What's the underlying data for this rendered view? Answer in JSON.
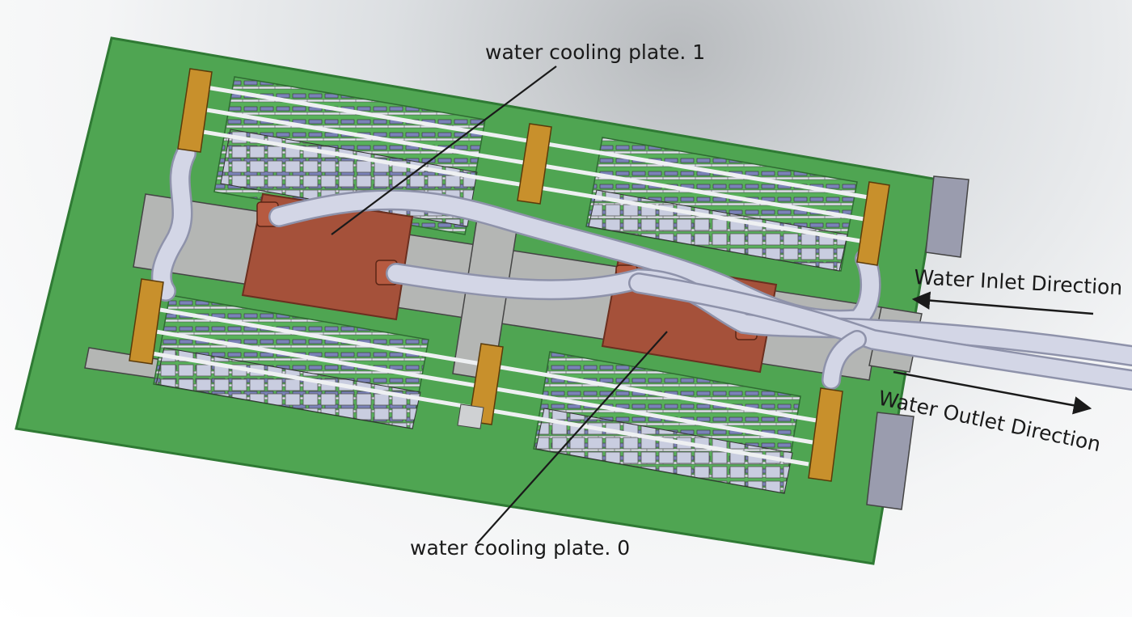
{
  "labels": {
    "plate_1": "water cooling plate. 1",
    "plate_0": "water cooling plate. 0",
    "inlet": "Water Inlet Direction",
    "outlet": "Water Outlet Direction"
  },
  "colors": {
    "board": "#4fa552",
    "board_edge": "#2f7a34",
    "frame": "#b4b6b4",
    "copper": "#a5513a",
    "copper_edge": "#6b2f1f",
    "tube": "#d3d6e6",
    "tube_edge": "#8e92aa",
    "bracket": "#c8902c",
    "module": "#c9cde0",
    "connector": "#9a9cae",
    "arrow": "#1a1a1a"
  }
}
